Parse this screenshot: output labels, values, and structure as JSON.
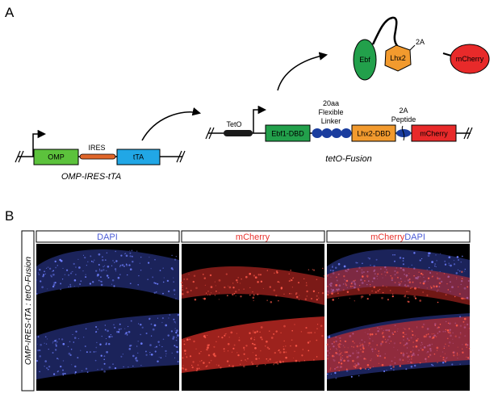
{
  "panels": {
    "a": {
      "letter": "A",
      "construct1": {
        "name": "OMP-IRES-tTA",
        "boxes": {
          "omp": "OMP",
          "tta": "tTA"
        },
        "ires_label": "IRES"
      },
      "construct2": {
        "name": "tetO-Fusion",
        "teto_label": "TetO",
        "boxes": {
          "ebf1": "Ebf1-DBD",
          "lhx2": "Lhx2-DBD",
          "mcherry": "mCherry"
        },
        "linker_label_line1": "20aa",
        "linker_label_line2": "Flexible",
        "linker_label_line3": "Linker",
        "peptide_label_line1": "2A",
        "peptide_label_line2": "Peptide"
      },
      "products": {
        "ebf": "Ebf",
        "lhx2": "Lhx2",
        "tag_2a": "2A",
        "mcherry": "mCherry"
      }
    },
    "b": {
      "letter": "B",
      "row_label": "OMP-IRES-tTA : tetO-Fusion",
      "columns": {
        "dapi": "DAPI",
        "mcherry": "mCherry",
        "merge_red": "mCherry",
        "merge_blue": "DAPI"
      }
    }
  },
  "colors": {
    "omp": "#5cc23c",
    "tta": "#21a7e6",
    "ires": "#e0662a",
    "ebf": "#22a04b",
    "lhx2": "#f29a2e",
    "mcherry": "#e82a2a",
    "linker": "#1a3d9e",
    "dapi_blue": "#4b5cd6",
    "mcherry_red": "#e8342e"
  }
}
